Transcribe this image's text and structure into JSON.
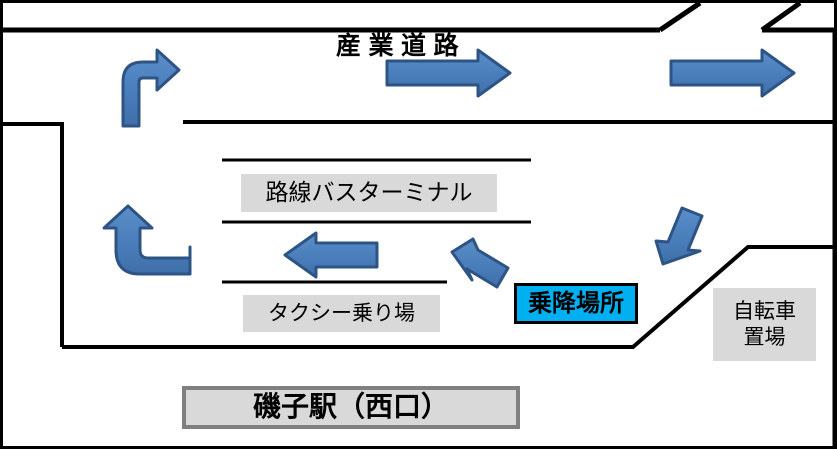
{
  "diagram": {
    "title_label": "産業道路",
    "areas": [
      {
        "name": "bus-terminal",
        "label": "路線バスターミナル"
      },
      {
        "name": "taxi-stand",
        "label": "タクシー乗り場"
      },
      {
        "name": "boarding-point",
        "label": "乗降場所"
      },
      {
        "name": "bicycle-parking",
        "label": "自転車\n置場"
      },
      {
        "name": "station",
        "label": "磯子駅（西口）"
      }
    ],
    "arrows": [
      {
        "name": "arrow-curve-up-right",
        "direction": "up-then-right"
      },
      {
        "name": "arrow-right-main",
        "direction": "right"
      },
      {
        "name": "arrow-right-far",
        "direction": "right"
      },
      {
        "name": "arrow-curve-left-up",
        "direction": "left-then-up"
      },
      {
        "name": "arrow-left",
        "direction": "left"
      },
      {
        "name": "arrow-diagonal-up-left",
        "direction": "up-left"
      },
      {
        "name": "arrow-diagonal-down-left",
        "direction": "down-left"
      }
    ],
    "colors": {
      "arrow_fill": "#4a7ebb",
      "arrow_stroke": "#2e5486",
      "area_fill": "#d9d9d9",
      "highlight_fill": "#00b0f0",
      "station_border": "#808080",
      "road_line": "#000000"
    }
  }
}
